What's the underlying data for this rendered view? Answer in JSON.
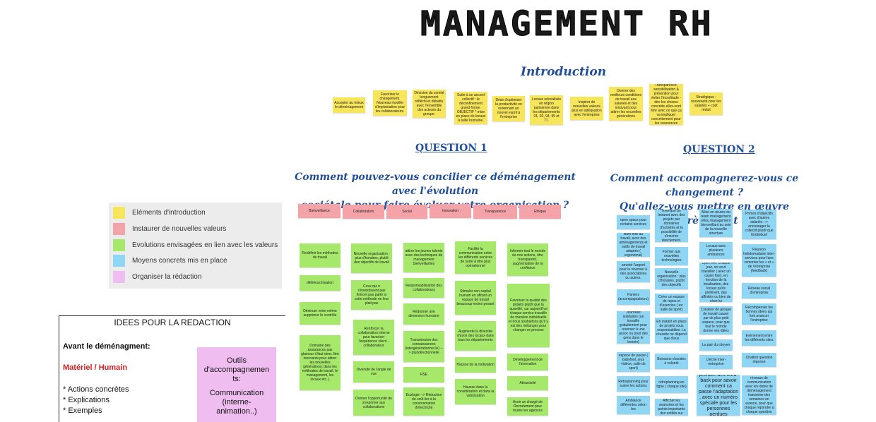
{
  "title": "MANAGEMENT RH",
  "intro": {
    "title": "Introduction",
    "notes": [
      "Accepter au mieux le déménagement",
      "Favoriser le changement. Nouveau modèle d'implantation pour les collaborateurs.",
      "Décision du comité longuement réfléchi et débattu avec l'ensemble des acteurs du groupe.",
      "Suite à un accord collectif : le déconfinement grand forme. OBJECTIF * mise en place de locaux à taille humaine.",
      "Désir d'optimiser la productivité en redonnant un nouvel esprit à l'entreprise",
      "Locaux relocalisés en région parisienne dans les départements 91, 92, 94, 95 et 77.",
      "Inspirer de nouvelles valeurs plus en adéquation avec l'entreprise",
      "Donner des meilleurs conditions de travail aux salariés et des innovant pour attirer les nouvelles générations",
      "Transparence, sensibilisation & prévention pour éviter l'incertitude - dire les choses concrète elles-vont être avec ce que ça va impliquer concrètement pour les ressources",
      "Stratégique : nouveauté pour les salariés + coût réduit"
    ]
  },
  "question1": {
    "label": "QUESTION 1",
    "text_line1": "Comment pouvez-vous concilier ce déménagement avec l'évolution",
    "text_line2": "sociétale pour faire évoluer votre organisation ?",
    "values": [
      "Bienveillance",
      "Collaboration",
      "Social",
      "Innovation",
      "Transparence",
      "Ethique"
    ],
    "col1": [
      "Redéfinir les méthodes de travail",
      "déhiérarchisation",
      "Diminuer voire même supprimer le contrôle",
      "Domaine des assurances pas glamour il faut donc être innovants pour attirer les nouvelles générations; dans les méthodes de travail, le management, les locaux etc..)"
    ],
    "col2": [
      "Nouvelle organisation : plus d'horaires, plutôt des objectifs de travail",
      "Ceux qui n s'investissent pas finiront pas partir si cette méthode ne leur plait pas",
      "Renforcer la collaboration interne pour favoriser l'expérience client - collaborateur",
      "Diversité de l'angle de vue",
      "Donner l'opportunité de s'exprimer aux collaborations"
    ],
    "col3": [
      "attirer les jeunes talents avec des techniques de management bienveillantes",
      "Responsabilisation des collaborateurs",
      "Redonner une dimension humaine",
      "Transmission des connaissances (intergénérationnel le) --> pluridirectionnelle",
      "RSE",
      "Ecologie --> Réduction du coût lier à la consommation d'électricité"
    ],
    "col4": [
      "Facilité la communication entre les différents services de sorte à être plus opérationnel",
      "Stimuler son capital humain en offrant un espace de travail beaucoup moins pesant",
      "Augmente la diversité d'avoir des locaux dans tous les départements",
      "Hausse de la motivation",
      "Hausse dans la considération et dans la valorisation"
    ],
    "col5": [
      "Informer tout le monde de nos actions, être transparent, augmentation de la confiance",
      "Favoriser la qualité des projets plutôt que la quantité, car aujourd'hui chaque service travaille de manière individuelle et nous souhaitons qu'il y est des mélanges pour changer ce process",
      "Développement de l'innovation",
      "Attractivité",
      "Avoir un chargé de Recrutement pour toutes les agences"
    ]
  },
  "question2": {
    "label": "QUESTION 2",
    "text_line1": "Comment accompagnerez-vous ce changement ?",
    "text_line2": "Qu'allez-vous mettre en œuvre concrètement ?",
    "col1": [
      "open space pour certains services",
      "Bien être au travail, avec des aménagements et outils de travail adaptés ( ergonomie)",
      "amortir l'argent pour le réverser à des associations ou autres.",
      "Paniers (accompagnateurs)",
      "Journées solidaires (un travaille gratuitement pour reverser à une assoc ou pour des gens dans le besoin)",
      "espace de pause ( babyfoot, jeux vidéos, salle de sport)",
      "Rétroplanning pour suivre les actions",
      "Ambiance différentes selon les"
    ],
    "col2": [
      "Exemple un intranet avec des projets par domaines d'activités et la possibilité de s'inscrire directement.",
      "Former aux nouvelles technologies",
      "Nouvelle organisation : plus d'horaires, plutôt des objectifs",
      "Créer un espace de repos et d'exercice ( ex: salle de sport)",
      "En instant en place de projets vous responsabilise. La réussite ne dépend que d'eux",
      "Boissons chaudes à volonté",
      "rétroplanning en ligne ( chaque site)",
      "Afficher les avancées et les points importants des entités sur"
    ],
    "col3": [
      "Mise en œuvre du team management et/ou management bienveillant au sein de la nouvelle structure",
      "Locaux avec plusieurs ambiances",
      "Open flex Chaque jour, on veut travailler ( avec un casier fixe), en fonction de la localisation, des locaux qu'ils préfèrent, des affinités ou bien de chez lui",
      "Création de groupe de travail causer par de plus petit espace, pour que tout le monde donne ses idées",
      "La pair du citoyen",
      "crèche inter-entreprise",
      "prendre des feed-back pour savoir comment ca passe l'adaptation , avec un numéro spéciale pour les personnes perdues"
    ],
    "col4": [
      "Primes d'objectifs avec d'autres salariés --> encourager la collectif plutôt que l'individuel",
      "Réunion hebdomadaire inter-services pour faire remonter les « et » de l'entreprise (feedback)",
      "Réseau social d'entreprise",
      "Récompenser les bonnes idées qui font avancer l'entreprise",
      "Evènement entre les différents sites",
      "Chatbot question réponse",
      "réseaux de communication avec les dates de déménagement transmise des semaines en avance, pour que chaque répondre à chaque question"
    ]
  },
  "legend": [
    {
      "label": "Eléments d'introduction",
      "color": "#f7e55b"
    },
    {
      "label": "Instaurer de nouvelles valeurs",
      "color": "#f4a3a8"
    },
    {
      "label": "Evolutions envisagées en lien avec les valeurs",
      "color": "#a6e86a"
    },
    {
      "label": "Moyens concrets mis en place",
      "color": "#8fd6f5"
    },
    {
      "label": "Organiser la rédaction",
      "color": "#efbdf0"
    }
  ],
  "ideas": {
    "header": "IDEES POUR LA REDACTION",
    "subheading": "Avant le déménagment:",
    "red": "Matériel / Humain",
    "bullets": [
      "* Actions concrètes",
      "* Explications",
      "* Exemples"
    ],
    "pink_line1": "Outils",
    "pink_line2": "d'accompagnemen",
    "pink_line3": "ts:",
    "pink_line4": "Communication",
    "pink_line5": "(interne-",
    "pink_line6": "animation..)"
  }
}
